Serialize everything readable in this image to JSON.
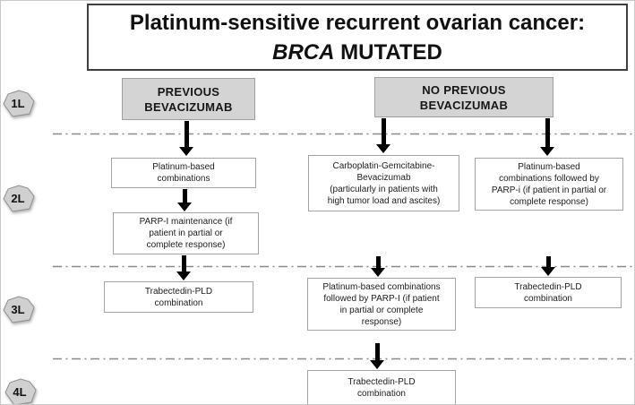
{
  "title": {
    "line1": "Platinum-sensitive recurrent ovarian cancer:",
    "gene": "BRCA",
    "line2_rest": " MUTATED"
  },
  "row_labels": {
    "l1": "1L",
    "l2": "2L",
    "l3": "3L",
    "l4": "4L"
  },
  "branch_headers": {
    "previous_bev": "PREVIOUS\nBEVACIZUMAB",
    "no_previous_bev": "NO PREVIOUS\nBEVACIZUMAB"
  },
  "boxes": {
    "l2_left_top": "Platinum-based\ncombinations",
    "l2_left_bottom": "PARP-I maintenance (if\npatient in partial or\ncomplete response)",
    "l2_mid": "Carboplatin-Gemcitabine-\nBevacizumab\n(particularly in patients with\nhigh tumor load and ascites)",
    "l2_right": "Platinum-based\ncombinations followed by\nPARP-i (if patient in partial or\ncomplete response)",
    "l3_left": "Trabectedin-PLD\ncombination",
    "l3_mid": "Platinum-based combinations\nfollowed by PARP-I (if patient\nin partial or complete\nresponse)",
    "l3_right": "Trabectedin-PLD\ncombination",
    "l4_mid": "Trabectedin-PLD\ncombination"
  },
  "colors": {
    "header_fill": "#d4d4d4",
    "badge_fill": "#d0d0d0",
    "box_border": "#a3a3a3",
    "title_border": "#3f3f3f",
    "dash_line": "#8a8a8a",
    "arrow": "#000000"
  }
}
